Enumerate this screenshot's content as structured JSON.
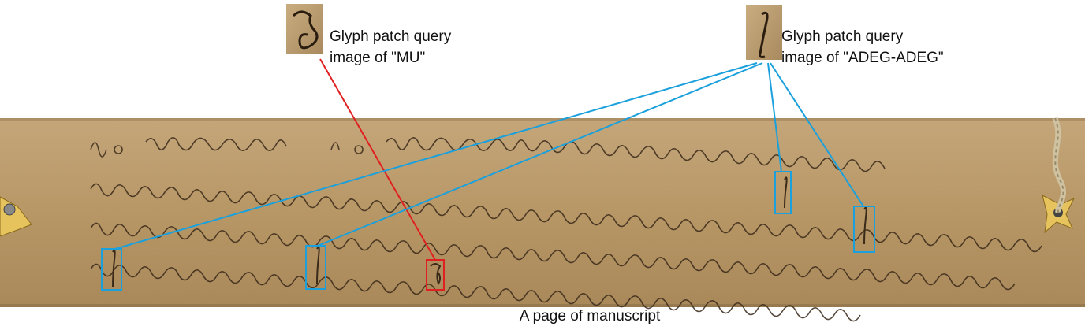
{
  "query_mu": {
    "line1": "Glyph patch query",
    "line2": "image of \"MU\"",
    "glyph_name": "MU"
  },
  "query_adeg": {
    "line1": "Glyph patch query",
    "line2": "image of \"ADEG-ADEG\"",
    "glyph_name": "ADEG-ADEG"
  },
  "caption": "A page of manuscript",
  "colors": {
    "mu_match": "#e02020",
    "adeg_match": "#1aa0dc",
    "palm_leaf": "#b99a6a",
    "ink": "#3a2a1a"
  }
}
